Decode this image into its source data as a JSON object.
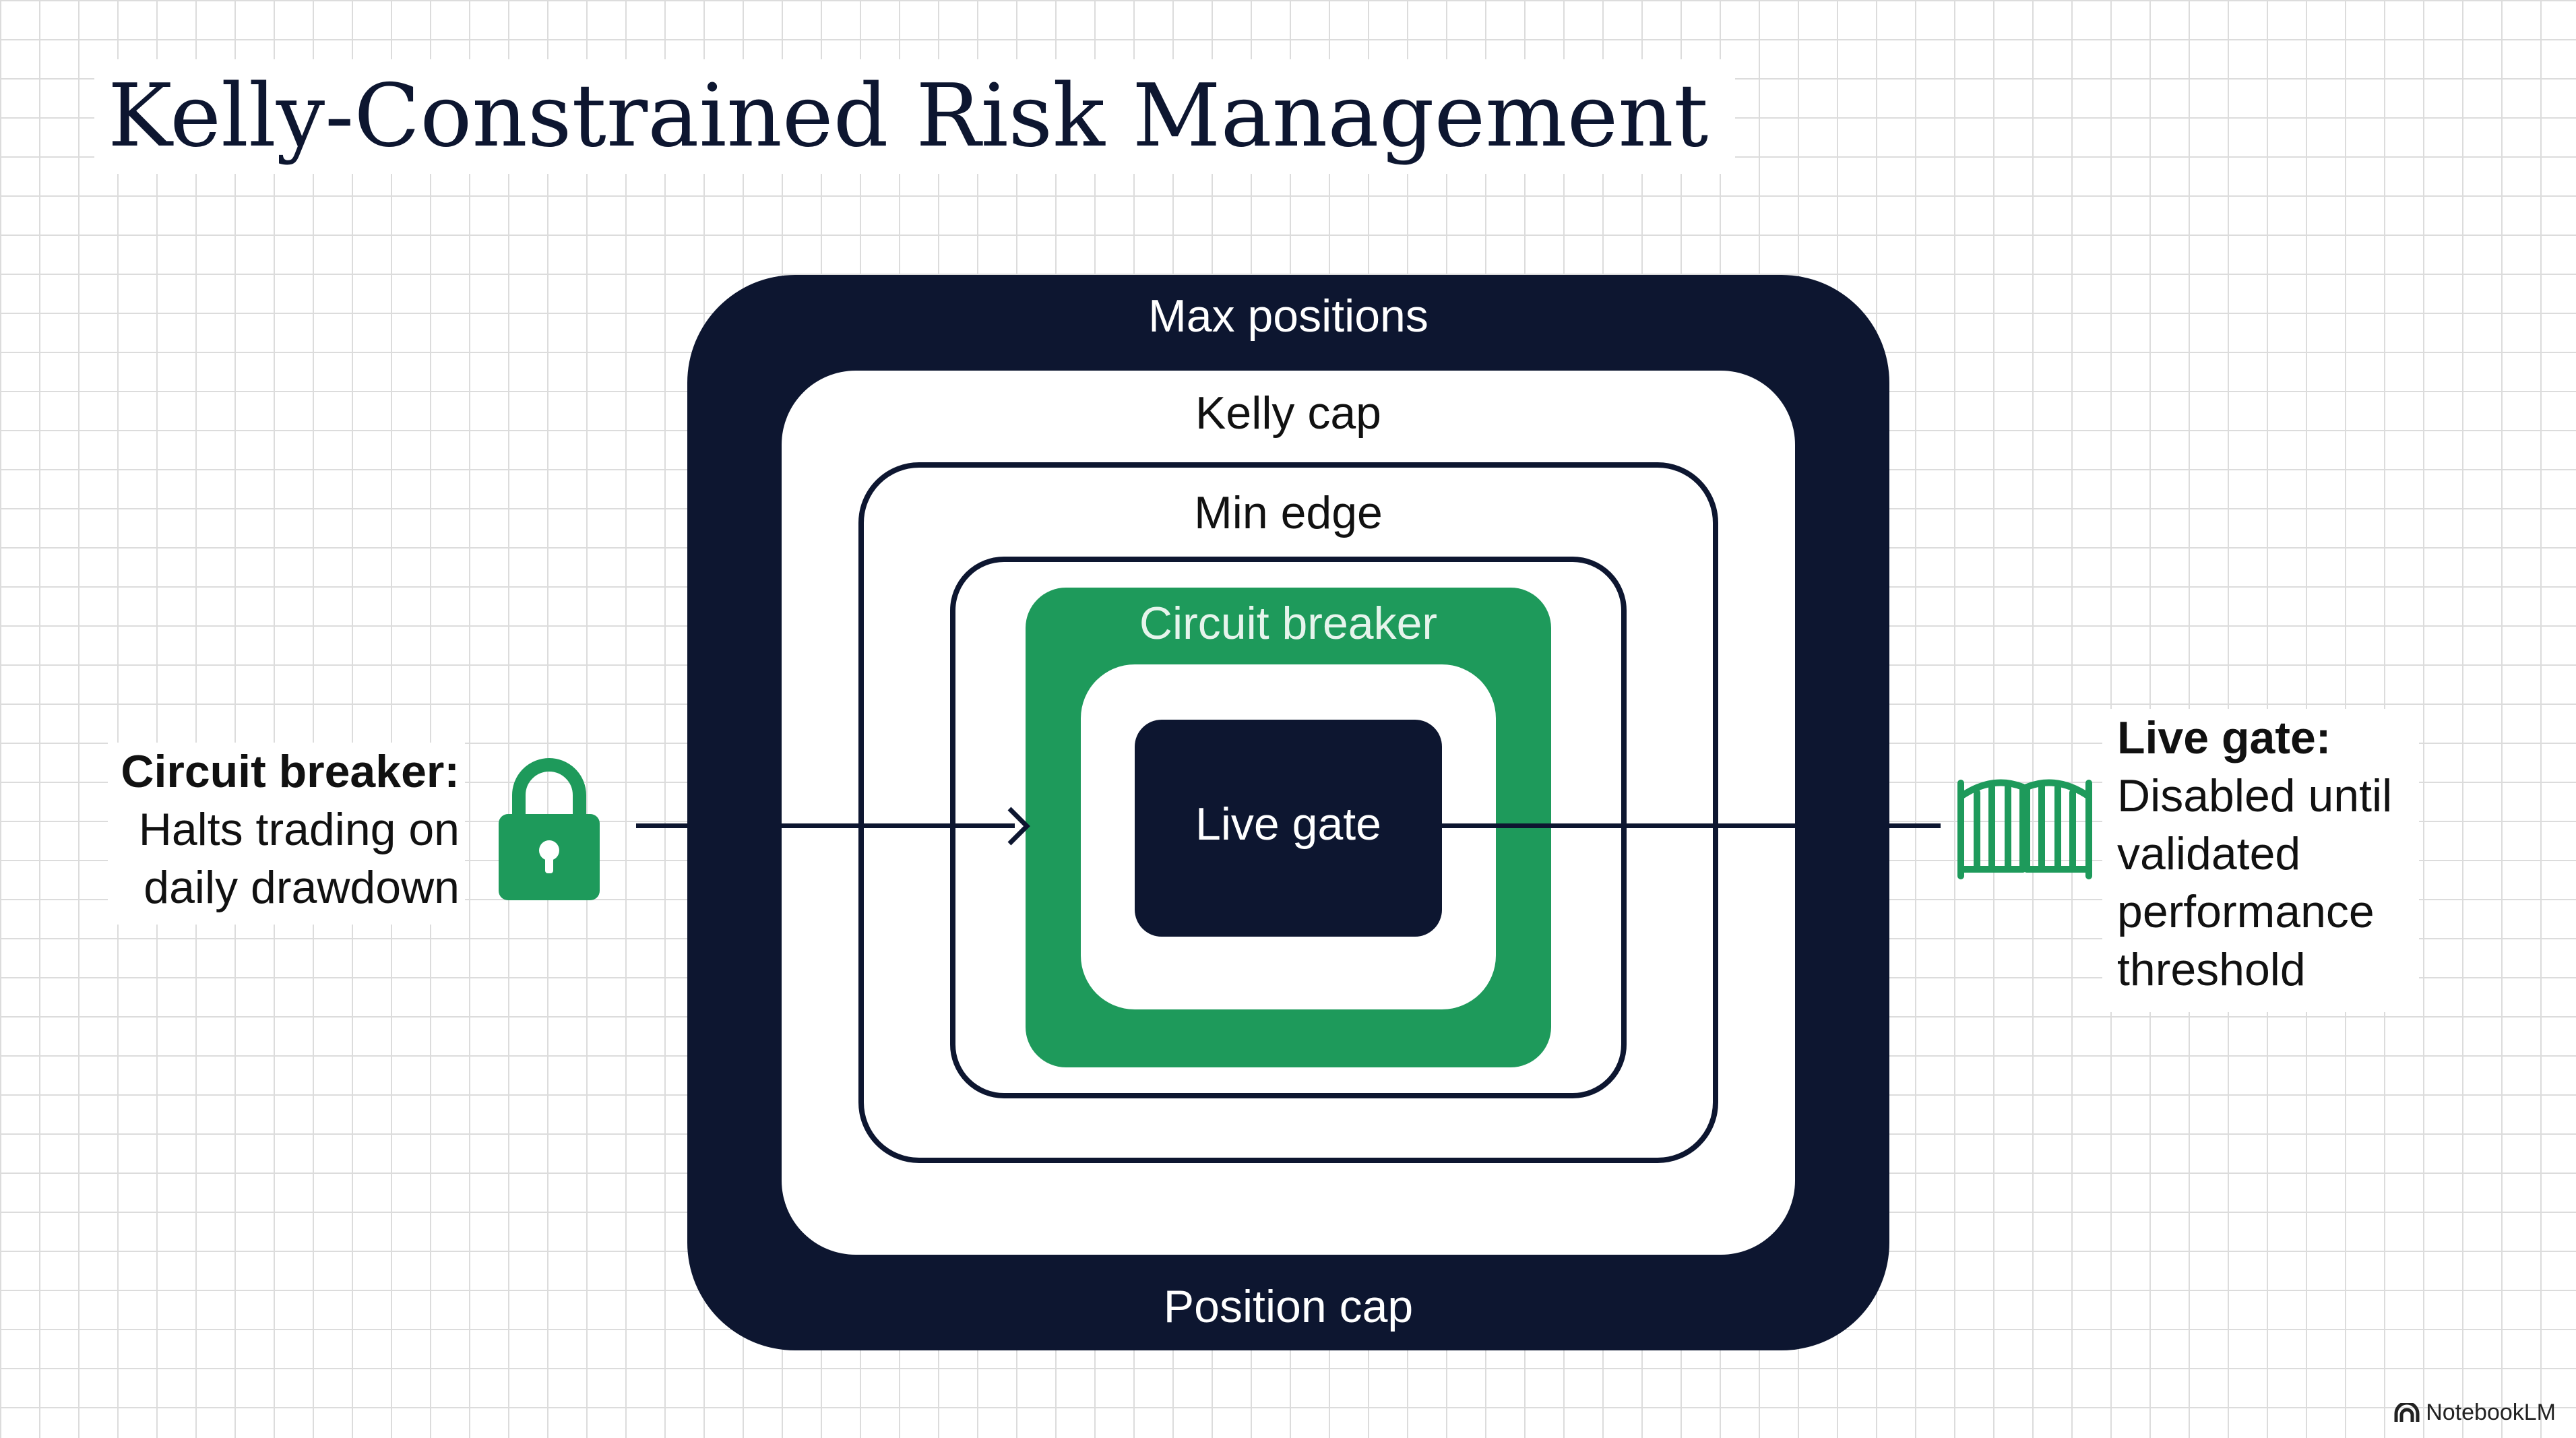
{
  "title": "Kelly-Constrained Risk Management",
  "layers": {
    "max_positions": "Max positions",
    "kelly_cap": "Kelly cap",
    "min_edge": "Min edge",
    "circuit_breaker": "Circuit breaker",
    "live_gate": "Live gate",
    "position_cap": "Position cap"
  },
  "left_note": {
    "heading": "Circuit breaker:",
    "lines": [
      "Halts trading on",
      "daily drawdown"
    ]
  },
  "right_note": {
    "heading": "Live gate:",
    "lines": [
      "Disabled until",
      "validated",
      "performance",
      "threshold"
    ]
  },
  "icons": {
    "left": "padlock-icon",
    "right": "gate-icon",
    "brand": "notebooklm-logo-icon"
  },
  "colors": {
    "navy": "#0d1630",
    "green": "#1e9a5b",
    "white": "#ffffff",
    "grid": "#dcdcdc"
  },
  "brand": "NotebookLM"
}
